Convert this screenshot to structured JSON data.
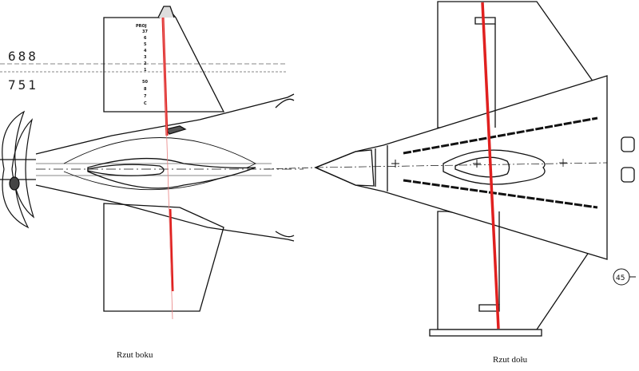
{
  "left_view": {
    "caption": "Rzut boku",
    "dimension_top": "688",
    "dimension_bottom": "751",
    "fin_station_labels": [
      "PROJ",
      "37",
      "6",
      "5",
      "4",
      "3",
      "2",
      "1",
      "50",
      "8",
      "7",
      "C"
    ]
  },
  "right_view": {
    "caption": "Rzut dołu",
    "page_badge": "45"
  },
  "colors": {
    "line": "#111111",
    "marker": "#e0201f",
    "thin_marker": "#e88080"
  }
}
